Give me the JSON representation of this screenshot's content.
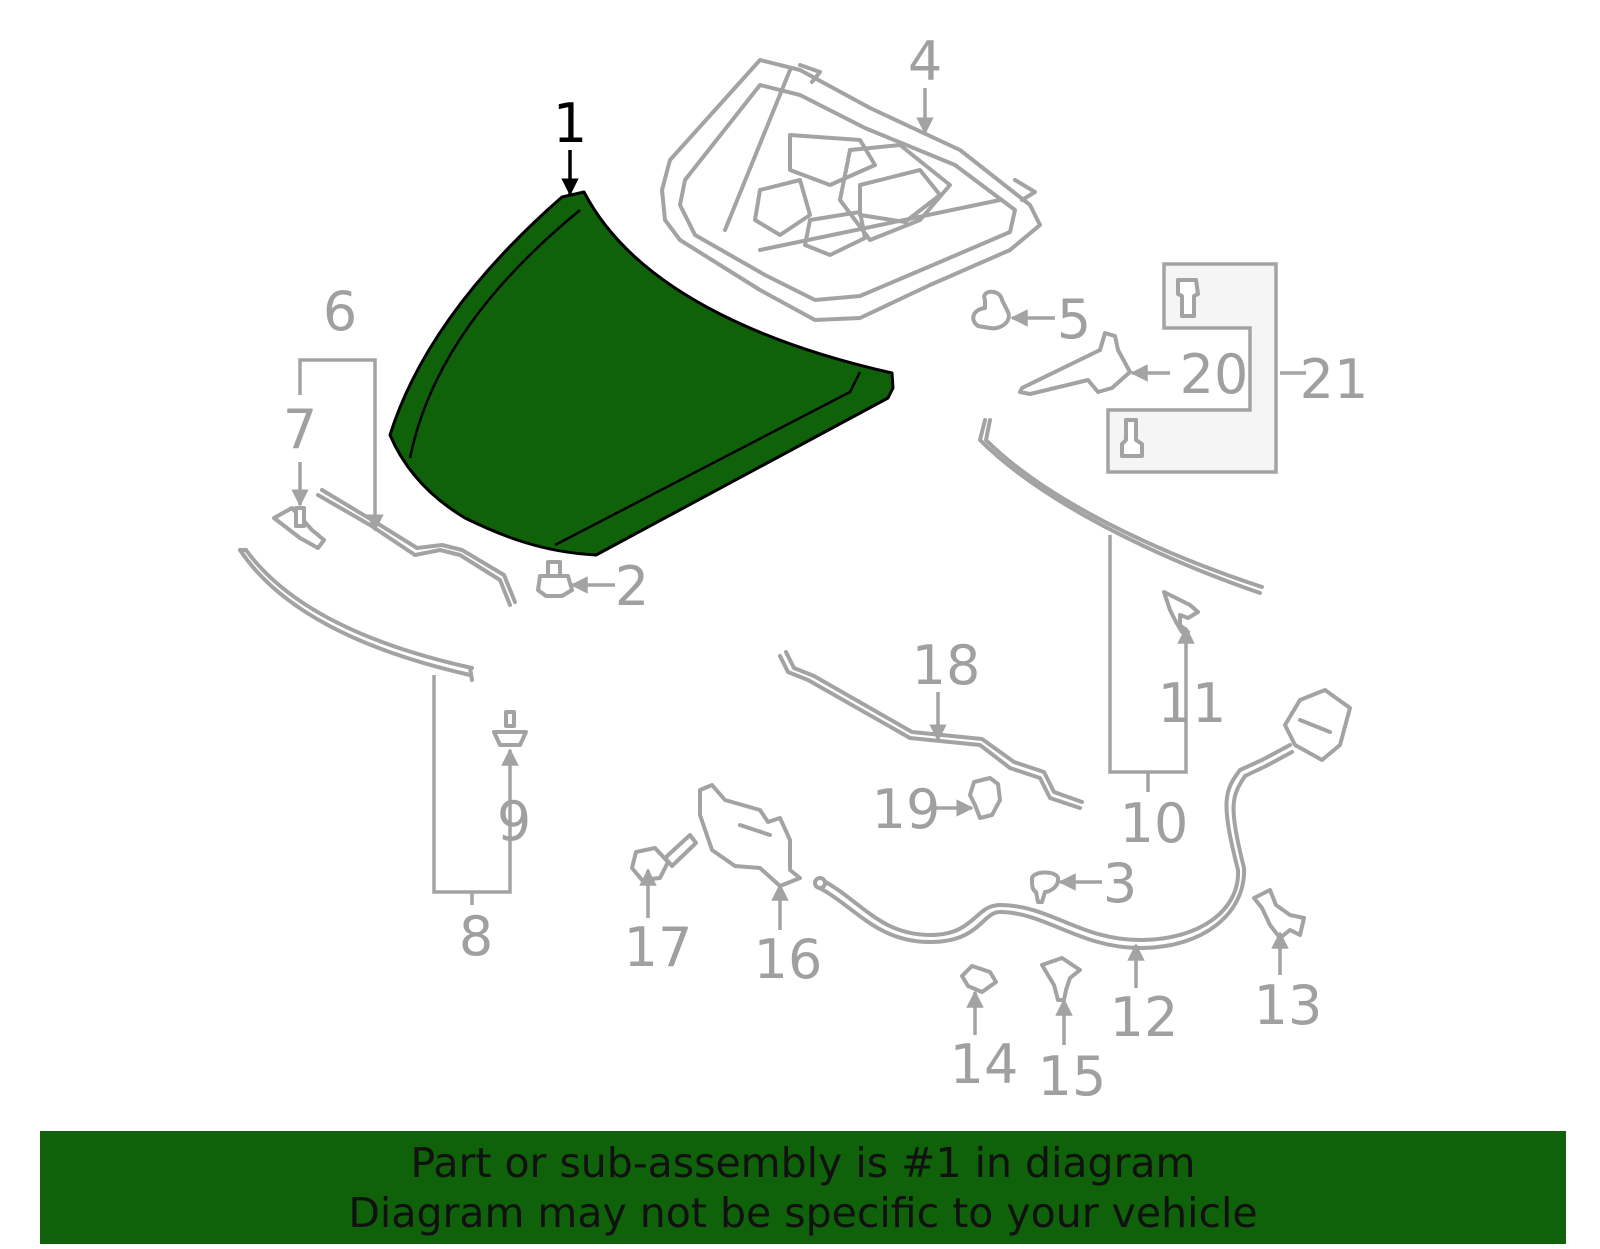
{
  "callouts": [
    {
      "id": "1",
      "label": "1",
      "highlighted": true
    },
    {
      "id": "2",
      "label": "2"
    },
    {
      "id": "3",
      "label": "3"
    },
    {
      "id": "4",
      "label": "4"
    },
    {
      "id": "5",
      "label": "5"
    },
    {
      "id": "6",
      "label": "6"
    },
    {
      "id": "7",
      "label": "7"
    },
    {
      "id": "8",
      "label": "8"
    },
    {
      "id": "9",
      "label": "9"
    },
    {
      "id": "10",
      "label": "10"
    },
    {
      "id": "11",
      "label": "11"
    },
    {
      "id": "12",
      "label": "12"
    },
    {
      "id": "13",
      "label": "13"
    },
    {
      "id": "14",
      "label": "14"
    },
    {
      "id": "15",
      "label": "15"
    },
    {
      "id": "16",
      "label": "16"
    },
    {
      "id": "17",
      "label": "17"
    },
    {
      "id": "18",
      "label": "18"
    },
    {
      "id": "19",
      "label": "19"
    },
    {
      "id": "20",
      "label": "20"
    },
    {
      "id": "21",
      "label": "21"
    }
  ],
  "banner": {
    "line1": "Part or sub-assembly is #1 in diagram",
    "line2": "Diagram may not be specific to your vehicle"
  },
  "colors": {
    "highlight_part": "#0f610a",
    "banner_background": "#0f610a",
    "part_outline": "#a3a3a3",
    "highlight_label": "#000000"
  }
}
